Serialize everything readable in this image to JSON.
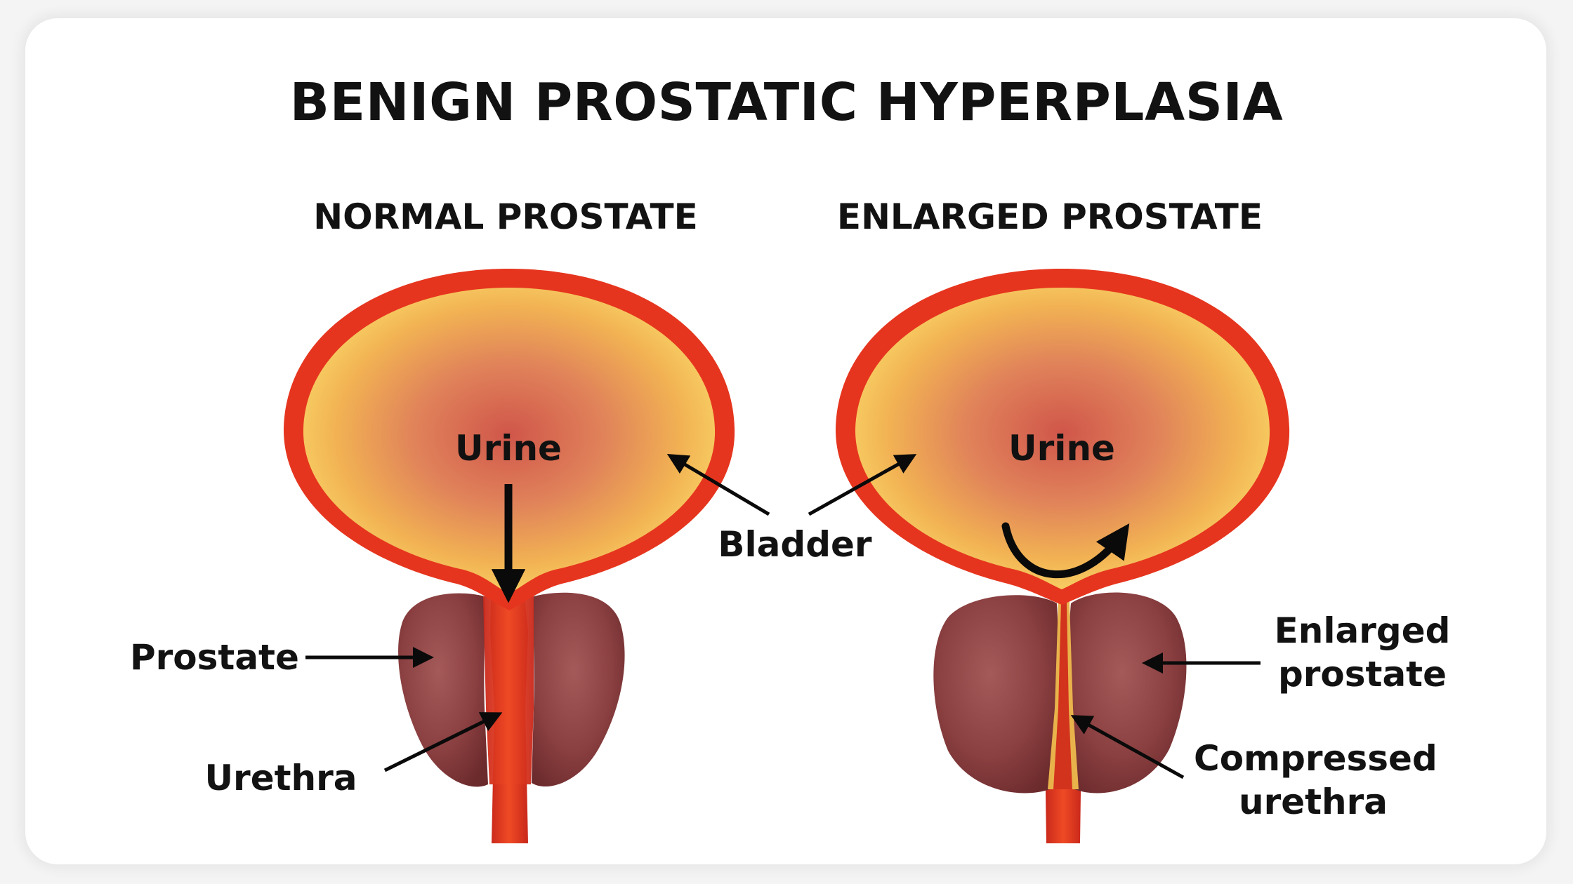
{
  "title": "BENIGN PROSTATIC HYPERPLASIA",
  "panels": {
    "normal": {
      "heading": "NORMAL PROSTATE",
      "urine": "Urine",
      "labels": {
        "prostate": "Prostate",
        "urethra": "Urethra"
      }
    },
    "enlarged": {
      "heading": "ENLARGED PROSTATE",
      "urine": "Urine",
      "labels": {
        "enlarged_line1": "Enlarged",
        "enlarged_line2": "prostate",
        "compressed_line1": "Compressed",
        "compressed_line2": "urethra"
      }
    }
  },
  "shared_label": "Bladder",
  "colors": {
    "bladder_wall": "#e8361e",
    "bladder_inner": "#f0a545",
    "bladder_center": "#d5604a",
    "prostate": "#8a3e3e",
    "urethra": "#e03a22",
    "text": "#121212",
    "arrow": "#0a0a0a"
  }
}
